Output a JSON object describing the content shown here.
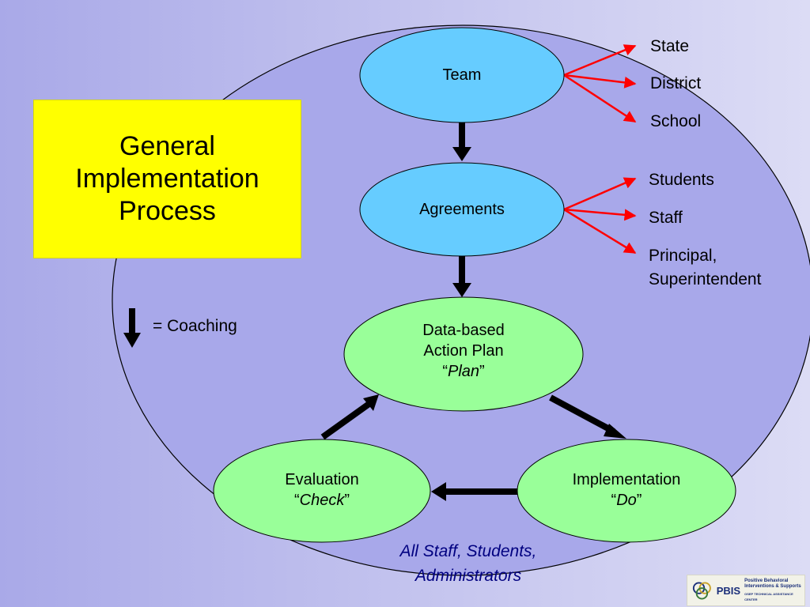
{
  "title": "General Implementation Process",
  "nodes": {
    "team": "Team",
    "agreements": "Agreements",
    "plan": {
      "line1": "Data-based",
      "line2": "Action Plan",
      "quote": "Plan"
    },
    "do": {
      "line1": "Implementation",
      "quote": "Do"
    },
    "check": {
      "line1": "Evaluation",
      "quote": "Check"
    }
  },
  "team_targets": [
    "State",
    "District",
    "School"
  ],
  "agreement_targets": [
    "Students",
    "Staff",
    "Principal,",
    "Superintendent"
  ],
  "legend": {
    "text": "= Coaching"
  },
  "footer": {
    "line1": "All Staff, Students,",
    "line2": "Administrators"
  },
  "logo": {
    "name": "PBIS",
    "line1": "Positive Behavioral",
    "line2": "Interventions & Supports",
    "line3": "OSEP TECHNICAL ASSISTANCE CENTER"
  },
  "colors": {
    "background": "#b4b4ea",
    "large_circle": "#a8a8ea",
    "title_box": "#ffff00",
    "blue_node": "#66ccff",
    "green_node": "#99ff99",
    "red_arrow": "#ff0000",
    "footer_text": "#000080"
  }
}
